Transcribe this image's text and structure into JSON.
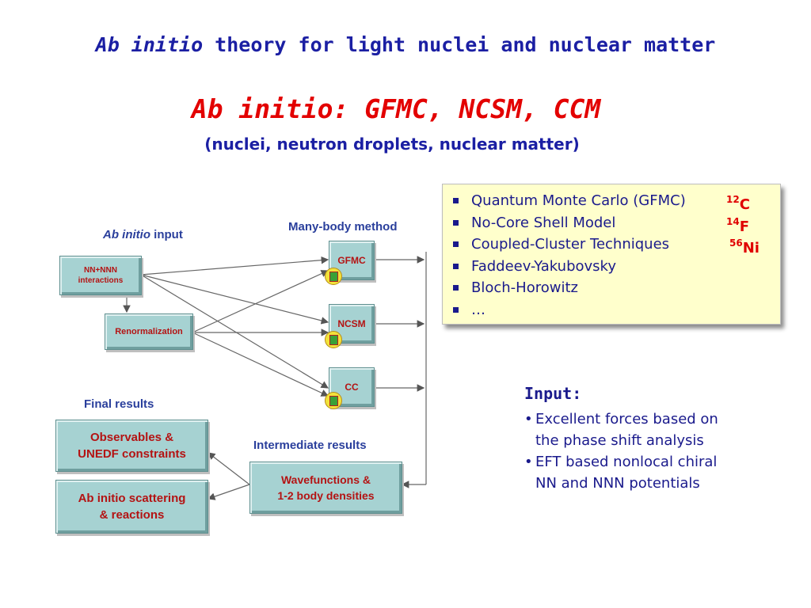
{
  "title": {
    "italic": "Ab initio",
    "rest": " theory for light nuclei and nuclear matter"
  },
  "subtitle": {
    "line1": "Ab initio: GFMC, NCSM, CCM",
    "line2": "(nuclei, neutron droplets, nuclear matter)"
  },
  "diagram": {
    "ab_initio_input_label": {
      "italic": "Ab initio",
      "rest": " input"
    },
    "many_body_label": "Many-body method",
    "final_results_label": "Final results",
    "intermediate_label": "Intermediate results",
    "boxes": {
      "nn_nnn_line1": "NN+NNN",
      "nn_nnn_line2": "interactions",
      "renormalization": "Renormalization",
      "gfmc": "GFMC",
      "ncsm": "NCSM",
      "cc": "CC",
      "observables_line1": "Observables &",
      "observables_line2": "UNEDF constraints",
      "scattering_line1": "Ab initio scattering",
      "scattering_line2": "& reactions",
      "wavefunctions_line1": "Wavefunctions &",
      "wavefunctions_line2": "1-2 body densities"
    }
  },
  "methods": [
    {
      "text": "Quantum Monte Carlo (GFMC)",
      "mass": "12",
      "element": "C"
    },
    {
      "text": "No-Core Shell Model",
      "mass": "14",
      "element": "F"
    },
    {
      "text": "Coupled-Cluster Techniques",
      "mass": "56",
      "element": "Ni"
    },
    {
      "text": "Faddeev-Yakubovsky",
      "mass": "",
      "element": ""
    },
    {
      "text": "Bloch-Horowitz",
      "mass": "",
      "element": ""
    },
    {
      "text": "…",
      "mass": "",
      "element": ""
    }
  ],
  "input": {
    "title": "Input:",
    "bullet": "•",
    "item1_line1": "Excellent forces based on",
    "item1_line2": "the phase shift analysis",
    "item2_line1": "EFT based nonlocal chiral",
    "item2_line2": "NN and NNN potentials"
  },
  "colors": {
    "title_blue": "#1b1fa3",
    "title_red": "#e30000",
    "box_fill": "#a6d2d2",
    "box_text": "#b41313",
    "panel_fill": "#ffffcc"
  }
}
